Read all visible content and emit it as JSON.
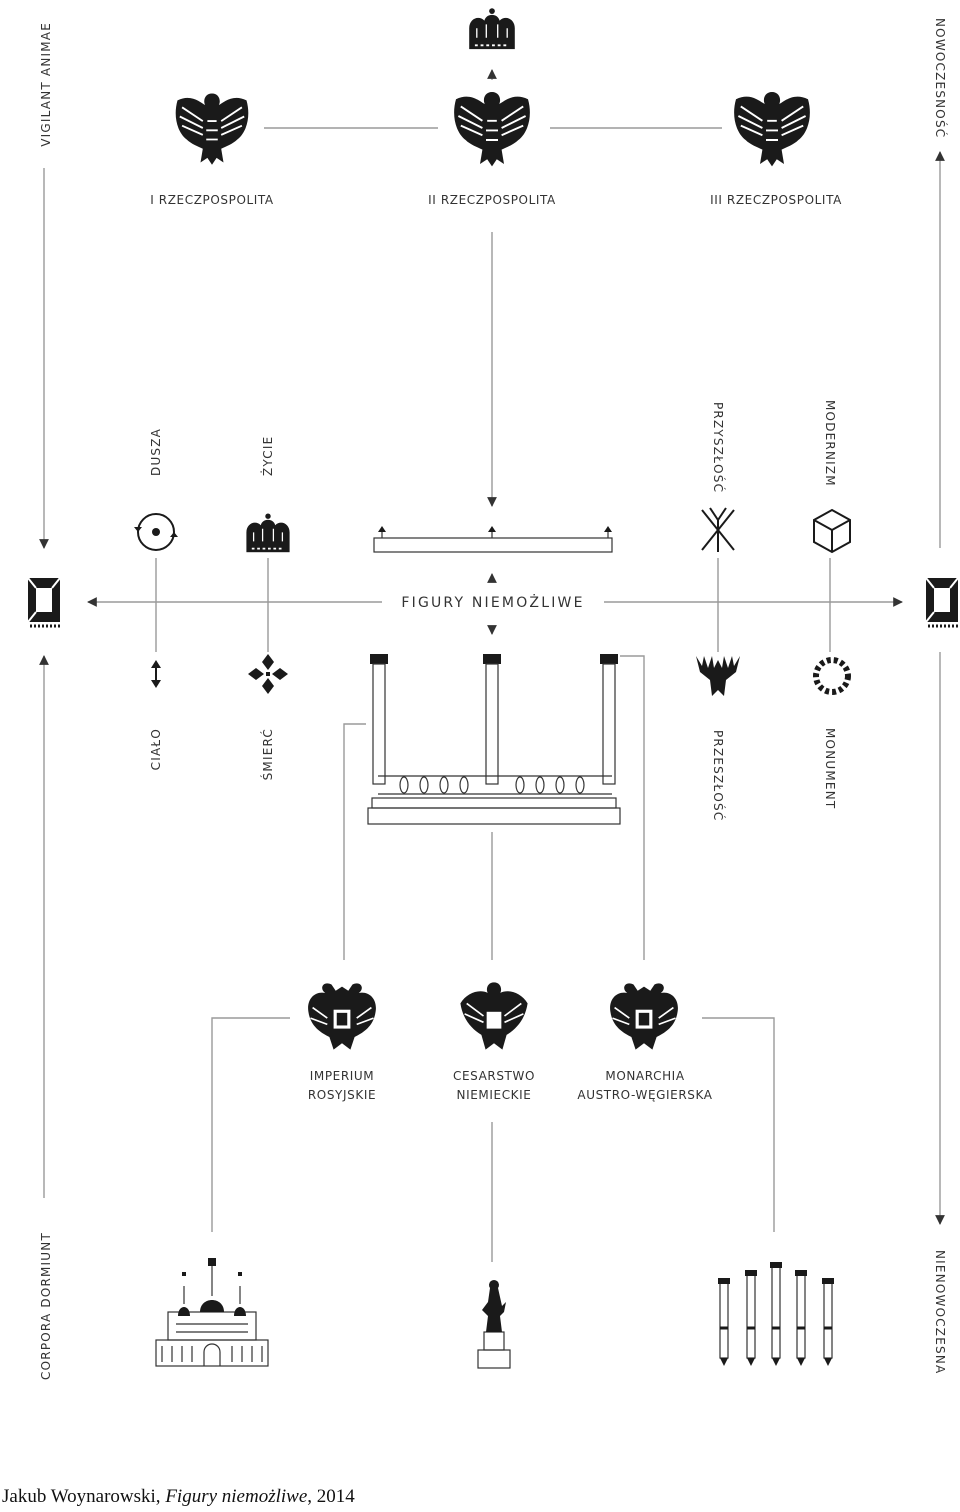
{
  "caption": {
    "author": "Jakub Woynarowski, ",
    "title": "Figury niemożliwe",
    "year": ", 2014"
  },
  "center_label": "FIGURY NIEMOŻLIWE",
  "side_labels": {
    "left_top": "VIGILANT ANIMAE",
    "left_bottom": "CORPORA DORMIUNT",
    "right_top": "NOWOCZESNOŚĆ",
    "right_bottom": "NIENOWOCZESNA"
  },
  "republics": [
    "I RZECZPOSPOLITA",
    "II RZECZPOSPOLITA",
    "III RZECZPOSPOLITA"
  ],
  "pairs": {
    "dusza": "DUSZA",
    "cialo": "CIAŁO",
    "zycie": "ŻYCIE",
    "smierc": "ŚMIERĆ",
    "przyszlosc": "PRZYSZŁOŚĆ",
    "przeszlosc": "PRZESZŁOŚĆ",
    "modernizm": "MODERNIZM",
    "monument": "MONUMENT"
  },
  "empires": [
    {
      "line1": "IMPERIUM",
      "line2": "ROSYJSKIE"
    },
    {
      "line1": "CESARSTWO",
      "line2": "NIEMIECKIE"
    },
    {
      "line1": "MONARCHIA",
      "line2": "AUSTRO-WĘGIERSKA"
    }
  ],
  "icons": {
    "top_crown": "crown-icon",
    "eagles": [
      "eagle-icon",
      "eagle-icon",
      "eagle-icon"
    ],
    "left_frame": "impossible-frame-icon",
    "right_frame": "impossible-frame-icon",
    "soul": "circle-dot-icon",
    "body": "double-arrow-icon",
    "life": "crown-icon",
    "death": "cross-diamonds-icon",
    "future": "antenna-icon",
    "past": "eagle-emblem-icon",
    "modern": "cube-icon",
    "monument": "laurel-wreath-icon",
    "colonnade": "colonnade-icon",
    "bar": "stage-bar-icon",
    "empire_eagles": [
      "double-eagle-icon",
      "imperial-eagle-icon",
      "double-eagle-icon"
    ],
    "bottom": [
      "cathedral-icon",
      "statue-icon",
      "cannons-icon"
    ]
  }
}
